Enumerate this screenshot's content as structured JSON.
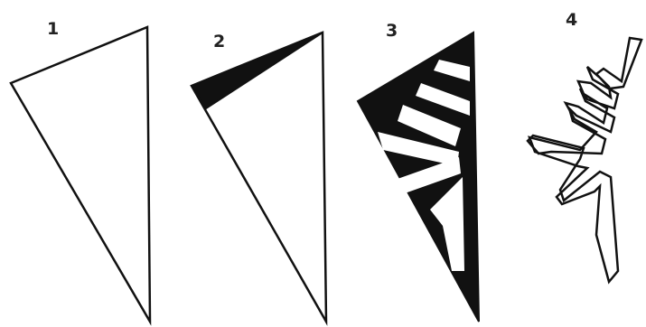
{
  "steps": [
    {
      "label": "1"
    },
    {
      "label": "2"
    },
    {
      "label": "3"
    },
    {
      "label": "4"
    }
  ],
  "colors": {
    "background": "#ffffff",
    "ink": "#111111",
    "label": "#222222"
  }
}
